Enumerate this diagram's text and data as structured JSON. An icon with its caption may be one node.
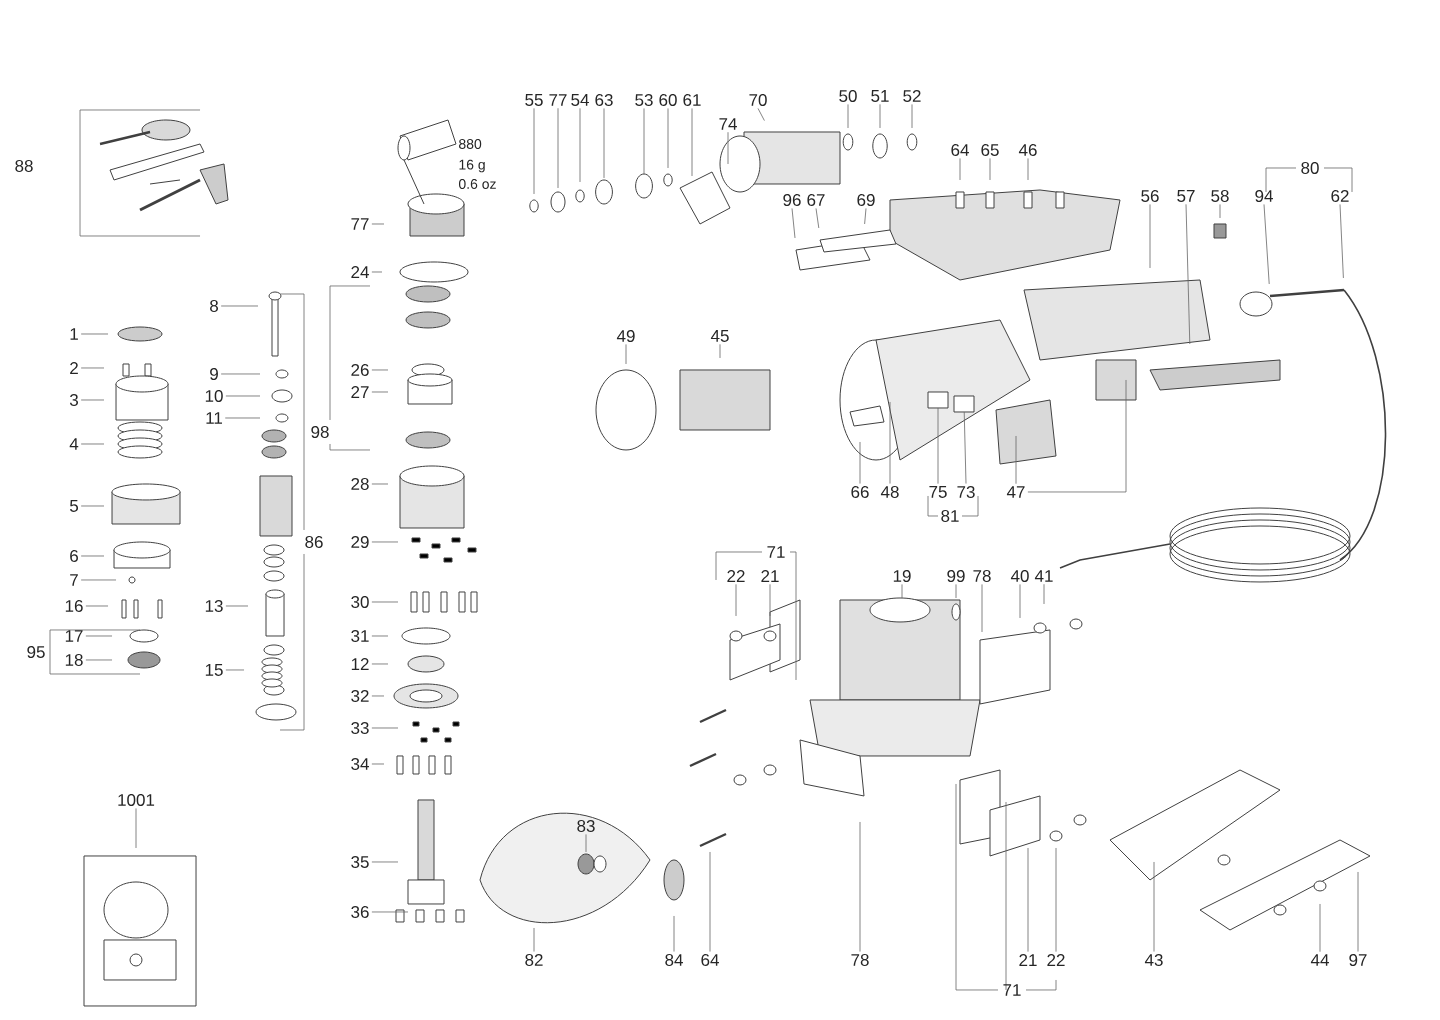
{
  "diagram": {
    "nodes": [
      {
        "text": [
          "55"
        ]
      },
      {
        "text": [
          "77"
        ]
      },
      {
        "text": [
          "54"
        ]
      },
      {
        "text": [
          "63"
        ]
      },
      {
        "text": [
          "53"
        ]
      },
      {
        "text": [
          "60"
        ]
      },
      {
        "text": [
          "61"
        ]
      },
      {
        "text": [
          "74"
        ]
      },
      {
        "text": [
          "70"
        ]
      },
      {
        "text": [
          "50"
        ]
      },
      {
        "text": [
          "51"
        ]
      },
      {
        "text": [
          "52"
        ]
      },
      {
        "text": [
          "1"
        ]
      },
      {
        "text": [
          "2"
        ]
      },
      {
        "text": [
          "3"
        ]
      },
      {
        "text": [
          "4"
        ]
      },
      {
        "text": [
          "5"
        ]
      },
      {
        "text": [
          "6"
        ]
      },
      {
        "text": [
          "7"
        ]
      },
      {
        "text": [
          "16"
        ]
      },
      {
        "text": [
          "17"
        ]
      },
      {
        "text": [
          "18"
        ]
      },
      {
        "text": [
          "8"
        ]
      },
      {
        "text": [
          "9"
        ]
      },
      {
        "text": [
          "10"
        ]
      },
      {
        "text": [
          "11"
        ]
      },
      {
        "text": [
          "13"
        ]
      },
      {
        "text": [
          "15"
        ]
      },
      {
        "text": [
          "77"
        ]
      },
      {
        "text": [
          "24"
        ]
      },
      {
        "text": [
          "26"
        ]
      },
      {
        "text": [
          "27"
        ]
      },
      {
        "text": [
          "28"
        ]
      },
      {
        "text": [
          "29"
        ]
      },
      {
        "text": [
          "30"
        ]
      },
      {
        "text": [
          "31"
        ]
      },
      {
        "text": [
          "12"
        ]
      },
      {
        "text": [
          "32"
        ]
      },
      {
        "text": [
          "33"
        ]
      },
      {
        "text": [
          "34"
        ]
      },
      {
        "text": [
          "35"
        ]
      },
      {
        "text": [
          "36"
        ]
      },
      {
        "text": [
          "1001"
        ]
      },
      {
        "text": [
          "64"
        ]
      },
      {
        "text": [
          "65"
        ]
      },
      {
        "text": [
          "46"
        ]
      },
      {
        "text": [
          "96"
        ]
      },
      {
        "text": [
          "67"
        ]
      },
      {
        "text": [
          "69"
        ]
      },
      {
        "text": [
          "56"
        ]
      },
      {
        "text": [
          "57"
        ]
      },
      {
        "text": [
          "58"
        ]
      },
      {
        "text": [
          "94"
        ]
      },
      {
        "text": [
          "62"
        ]
      },
      {
        "text": [
          "49"
        ]
      },
      {
        "text": [
          "45"
        ]
      },
      {
        "text": [
          "66"
        ]
      },
      {
        "text": [
          "48"
        ]
      },
      {
        "text": [
          "75"
        ]
      },
      {
        "text": [
          "73"
        ]
      },
      {
        "text": [
          "47"
        ]
      },
      {
        "text": [
          "22"
        ]
      },
      {
        "text": [
          "21"
        ]
      },
      {
        "text": [
          "19"
        ]
      },
      {
        "text": [
          "99"
        ]
      },
      {
        "text": [
          "78"
        ]
      },
      {
        "text": [
          "40"
        ]
      },
      {
        "text": [
          "41"
        ]
      },
      {
        "text": [
          "83"
        ]
      },
      {
        "text": [
          "82"
        ]
      },
      {
        "text": [
          "84"
        ]
      },
      {
        "text": [
          "64"
        ]
      },
      {
        "text": [
          "78"
        ]
      },
      {
        "text": [
          "21"
        ]
      },
      {
        "text": [
          "22"
        ]
      },
      {
        "text": [
          "43"
        ]
      },
      {
        "text": [
          "44"
        ]
      },
      {
        "text": [
          "97"
        ]
      }
    ],
    "edges": [
      {
        "from": 0,
        "to": null,
        "arrow": "none"
      },
      {
        "from": 1,
        "to": null,
        "arrow": "none"
      },
      {
        "from": 2,
        "to": null,
        "arrow": "none"
      },
      {
        "from": 3,
        "to": null,
        "arrow": "none"
      },
      {
        "from": 4,
        "to": null,
        "arrow": "none"
      },
      {
        "from": 5,
        "to": null,
        "arrow": "none"
      },
      {
        "from": 6,
        "to": null,
        "arrow": "none"
      },
      {
        "from": 7,
        "to": null,
        "arrow": "none"
      },
      {
        "from": 8,
        "to": null,
        "arrow": "none"
      },
      {
        "from": 9,
        "to": null,
        "arrow": "none"
      },
      {
        "from": 10,
        "to": null,
        "arrow": "none"
      },
      {
        "from": 11,
        "to": null,
        "arrow": "none"
      },
      {
        "from": 12,
        "to": null,
        "arrow": "none"
      },
      {
        "from": 13,
        "to": null,
        "arrow": "none"
      },
      {
        "from": 14,
        "to": null,
        "arrow": "none"
      },
      {
        "from": 15,
        "to": null,
        "arrow": "none"
      },
      {
        "from": 16,
        "to": null,
        "arrow": "none"
      },
      {
        "from": 17,
        "to": null,
        "arrow": "none"
      },
      {
        "from": 18,
        "to": null,
        "arrow": "none"
      },
      {
        "from": 19,
        "to": null,
        "arrow": "none"
      },
      {
        "from": 20,
        "to": null,
        "arrow": "none"
      },
      {
        "from": 21,
        "to": null,
        "arrow": "none"
      },
      {
        "from": 22,
        "to": null,
        "arrow": "none"
      },
      {
        "from": 23,
        "to": null,
        "arrow": "none"
      },
      {
        "from": 24,
        "to": null,
        "arrow": "none"
      },
      {
        "from": 25,
        "to": null,
        "arrow": "none"
      },
      {
        "from": 26,
        "to": null,
        "arrow": "none"
      },
      {
        "from": 27,
        "to": null,
        "arrow": "none"
      },
      {
        "from": 28,
        "to": null,
        "arrow": "none"
      },
      {
        "from": 29,
        "to": null,
        "arrow": "none"
      },
      {
        "from": 30,
        "to": null,
        "arrow": "none"
      },
      {
        "from": 31,
        "to": null,
        "arrow": "none"
      },
      {
        "from": 32,
        "to": null,
        "arrow": "none"
      },
      {
        "from": 33,
        "to": null,
        "arrow": "none"
      },
      {
        "from": 34,
        "to": null,
        "arrow": "none"
      },
      {
        "from": 35,
        "to": null,
        "arrow": "none"
      },
      {
        "from": 36,
        "to": null,
        "arrow": "none"
      },
      {
        "from": 37,
        "to": null,
        "arrow": "none"
      },
      {
        "from": 38,
        "to": null,
        "arrow": "none"
      },
      {
        "from": 39,
        "to": null,
        "arrow": "none"
      },
      {
        "from": 40,
        "to": null,
        "arrow": "none"
      },
      {
        "from": 41,
        "to": null,
        "arrow": "none"
      },
      {
        "from": 42,
        "to": null,
        "arrow": "none"
      },
      {
        "from": 43,
        "to": null,
        "arrow": "none"
      },
      {
        "from": 44,
        "to": null,
        "arrow": "none"
      },
      {
        "from": 45,
        "to": null,
        "arrow": "none"
      },
      {
        "from": 46,
        "to": null,
        "arrow": "none"
      },
      {
        "from": 47,
        "to": null,
        "arrow": "none"
      },
      {
        "from": 48,
        "to": null,
        "arrow": "none"
      },
      {
        "from": 49,
        "to": null,
        "arrow": "none"
      },
      {
        "from": 50,
        "to": null,
        "arrow": "none"
      },
      {
        "from": 51,
        "to": null,
        "arrow": "none"
      },
      {
        "from": 52,
        "to": null,
        "arrow": "none"
      },
      {
        "from": 53,
        "to": null,
        "arrow": "none"
      },
      {
        "from": 54,
        "to": null,
        "arrow": "none"
      },
      {
        "from": 55,
        "to": null,
        "arrow": "none"
      },
      {
        "from": 56,
        "to": null,
        "arrow": "none"
      },
      {
        "from": 57,
        "to": null,
        "arrow": "none"
      },
      {
        "from": 58,
        "to": null,
        "arrow": "none"
      },
      {
        "from": 59,
        "to": null,
        "arrow": "none"
      },
      {
        "from": 60,
        "to": null,
        "arrow": "none"
      },
      {
        "from": 60,
        "to": null,
        "arrow": "none"
      },
      {
        "from": 61,
        "to": null,
        "arrow": "none"
      },
      {
        "from": 62,
        "to": null,
        "arrow": "none"
      },
      {
        "from": 63,
        "to": null,
        "arrow": "none"
      },
      {
        "from": 64,
        "to": null,
        "arrow": "none"
      },
      {
        "from": 65,
        "to": null,
        "arrow": "none"
      },
      {
        "from": 66,
        "to": null,
        "arrow": "none"
      },
      {
        "from": 67,
        "to": null,
        "arrow": "none"
      },
      {
        "from": 68,
        "to": null,
        "arrow": "none"
      },
      {
        "from": 69,
        "to": null,
        "arrow": "none"
      },
      {
        "from": 70,
        "to": null,
        "arrow": "none"
      },
      {
        "from": 71,
        "to": null,
        "arrow": "none"
      },
      {
        "from": 72,
        "to": null,
        "arrow": "none"
      },
      {
        "from": 73,
        "to": null,
        "arrow": "none"
      },
      {
        "from": 74,
        "to": null,
        "arrow": "none"
      },
      {
        "from": 75,
        "to": null,
        "arrow": "none"
      },
      {
        "from": 76,
        "to": null,
        "arrow": "none"
      },
      {
        "from": 77,
        "to": null,
        "arrow": "none"
      }
    ],
    "labels": [
      "88",
      "880",
      "16 g",
      "0.6 oz",
      "95",
      "86",
      "98",
      "80",
      "81",
      "71",
      "71"
    ]
  }
}
